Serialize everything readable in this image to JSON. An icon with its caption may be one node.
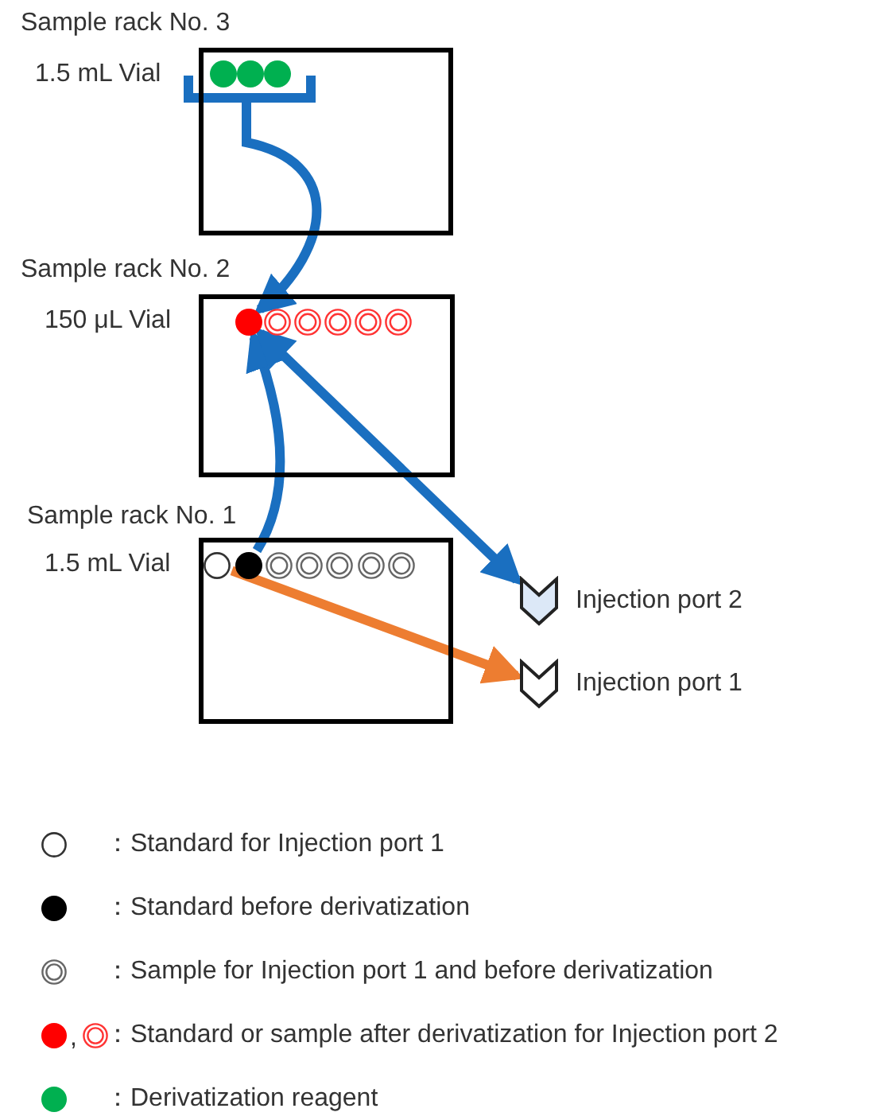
{
  "diagram": {
    "nodes": [
      {
        "text": [
          "Sample rack No. 3"
        ],
        "beside": [
          "1.5 mL Vial"
        ]
      },
      {
        "text": [],
        "shape": "circle",
        "in": 0
      },
      {
        "text": [],
        "shape": "circle",
        "in": 0
      },
      {
        "text": [],
        "shape": "circle",
        "in": 0
      },
      {
        "text": [
          "Sample rack No. 2"
        ],
        "beside": [
          "150 μL Vial"
        ]
      },
      {
        "text": [],
        "shape": "circle",
        "in": 4
      },
      {
        "text": [],
        "shape": "circle",
        "in": 4
      },
      {
        "text": [],
        "shape": "circle",
        "in": 4
      },
      {
        "text": [],
        "shape": "circle",
        "in": 4
      },
      {
        "text": [],
        "shape": "circle",
        "in": 4
      },
      {
        "text": [],
        "shape": "circle",
        "in": 4
      },
      {
        "text": [
          "Sample rack No. 1"
        ],
        "beside": [
          "1.5 mL Vial"
        ]
      },
      {
        "text": [],
        "shape": "circle",
        "in": 11
      },
      {
        "text": [],
        "shape": "circle",
        "in": 11
      },
      {
        "text": [],
        "shape": "circle",
        "in": 11
      },
      {
        "text": [],
        "shape": "circle",
        "in": 11
      },
      {
        "text": [],
        "shape": "circle",
        "in": 11
      },
      {
        "text": [],
        "shape": "circle",
        "in": 11
      },
      {
        "text": [],
        "shape": "circle",
        "in": 11
      },
      {
        "text": [
          "Injection port 2"
        ]
      },
      {
        "text": [
          "Injection port 1"
        ]
      }
    ],
    "edges": [
      {
        "from": 1,
        "to": 5,
        "arrow": "to"
      },
      {
        "from": 2,
        "to": 5,
        "arrow": "to"
      },
      {
        "from": 3,
        "to": 5,
        "arrow": "to"
      },
      {
        "from": 13,
        "to": 5,
        "arrow": "to"
      },
      {
        "from": 5,
        "to": 19,
        "arrow": "both"
      },
      {
        "from": 12,
        "to": 20,
        "arrow": "to",
        "color": "#ed7d31"
      }
    ],
    "labels": [
      ","
    ],
    "legend": [
      {
        "text": "：Standard for Injection port 1"
      },
      {
        "text": "：Standard before derivatization",
        "color": "#000000"
      },
      {
        "text": "：Sample for Injection port 1 and before derivatization"
      },
      {
        "text": "：Standard or sample after derivatization for Injection port 2"
      },
      {
        "text": "：Derivatization reagent",
        "color": "#00b050"
      }
    ]
  }
}
